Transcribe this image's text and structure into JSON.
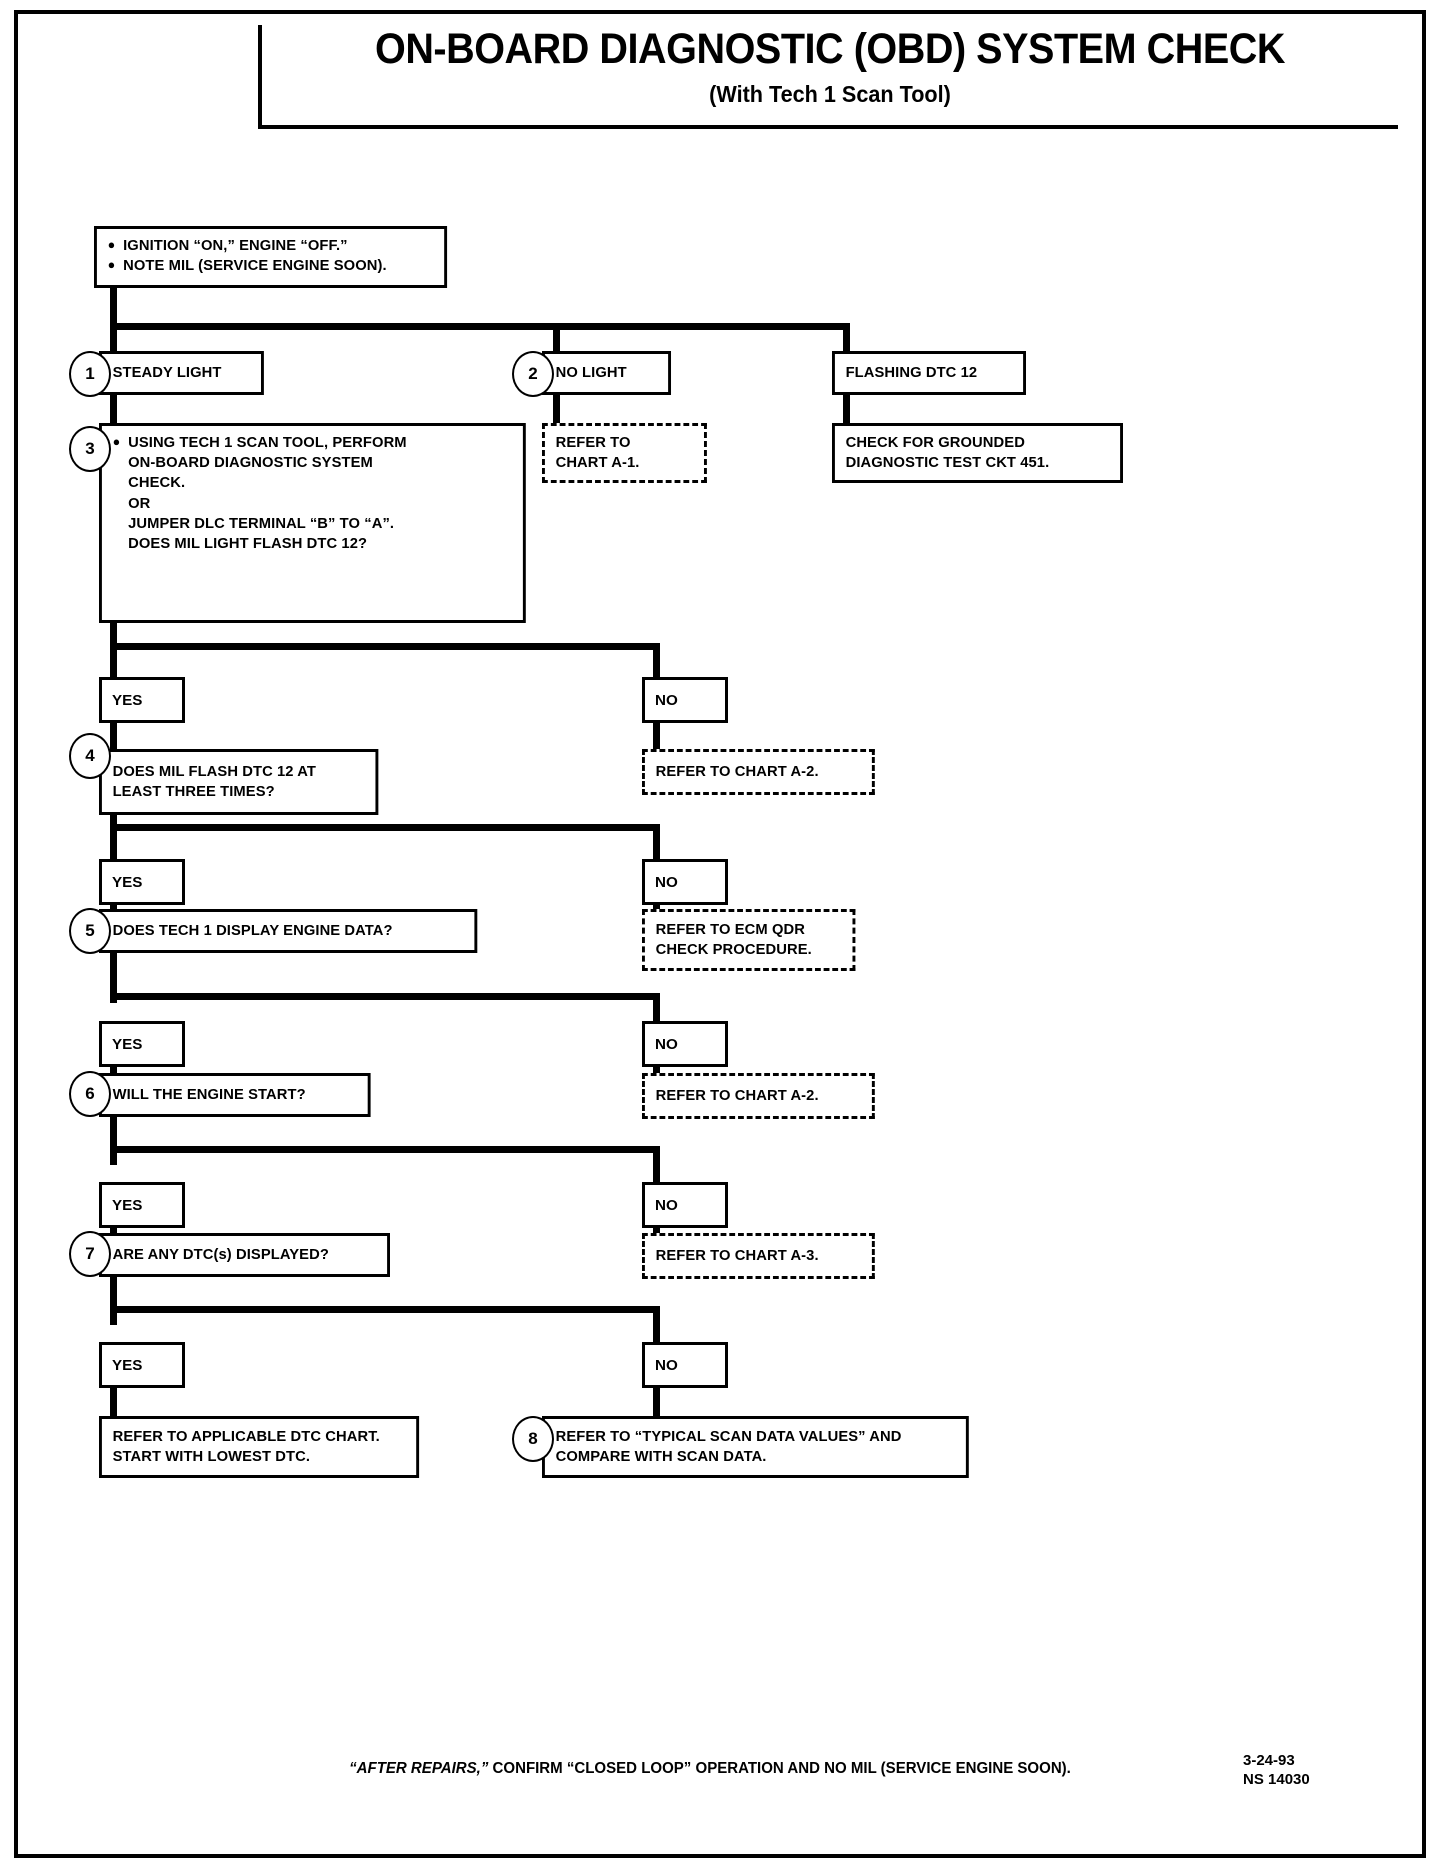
{
  "title": {
    "main": "ON-BOARD DIAGNOSTIC (OBD) SYSTEM CHECK",
    "sub": "(With Tech 1 Scan Tool)"
  },
  "start_box": {
    "bullet1": "IGNITION “ON,” ENGINE “OFF.”",
    "bullet2": "NOTE MIL (SERVICE ENGINE SOON).",
    "bullet_glyph": "●"
  },
  "steps": {
    "s1": "1",
    "s2": "2",
    "s3": "3",
    "s4": "4",
    "s5": "5",
    "s6": "6",
    "s7": "7",
    "s8": "8"
  },
  "branch1": {
    "steady_light": "STEADY LIGHT",
    "no_light": "NO LIGHT",
    "flashing": "FLASHING DTC 12",
    "refer_a1_l1": "REFER TO",
    "refer_a1_l2": "CHART A-1.",
    "check_ckt_l1": "CHECK FOR GROUNDED",
    "check_ckt_l2": "DIAGNOSTIC TEST CKT 451."
  },
  "step3": {
    "l1": "USING TECH 1 SCAN TOOL, PERFORM",
    "l2": "ON-BOARD DIAGNOSTIC SYSTEM",
    "l3": "CHECK.",
    "l4": "OR",
    "l5": "JUMPER DLC TERMINAL “B” TO “A”.",
    "l6": "DOES MIL LIGHT FLASH DTC 12?"
  },
  "labels": {
    "yes": "YES",
    "no": "NO"
  },
  "step4": {
    "q_l1": "DOES MIL FLASH DTC 12 AT",
    "q_l2": "LEAST THREE TIMES?",
    "no_result": "REFER TO CHART A-2."
  },
  "step5": {
    "q": "DOES TECH 1 DISPLAY ENGINE DATA?",
    "no_result_l1": "REFER TO ECM QDR",
    "no_result_l2": "CHECK PROCEDURE."
  },
  "step6": {
    "q": "WILL THE ENGINE START?",
    "no_result": "REFER TO CHART A-2."
  },
  "step7": {
    "q": "ARE ANY DTC(s) DISPLAYED?",
    "no_result": "REFER TO CHART A-3."
  },
  "outcomes": {
    "yes_final_l1": "REFER TO APPLICABLE DTC CHART.",
    "yes_final_l2": "START WITH LOWEST DTC.",
    "no_final_l1": "REFER TO “TYPICAL SCAN DATA VALUES” AND",
    "no_final_l2": "COMPARE WITH SCAN DATA."
  },
  "footer": {
    "note_italic": "“AFTER REPAIRS,”",
    "note_rest": " CONFIRM “CLOSED LOOP” OPERATION AND NO MIL (SERVICE ENGINE SOON).",
    "date": "3-24-93",
    "doc_id": "NS 14030"
  },
  "colors": {
    "ink": "#000000",
    "paper": "#ffffff"
  }
}
